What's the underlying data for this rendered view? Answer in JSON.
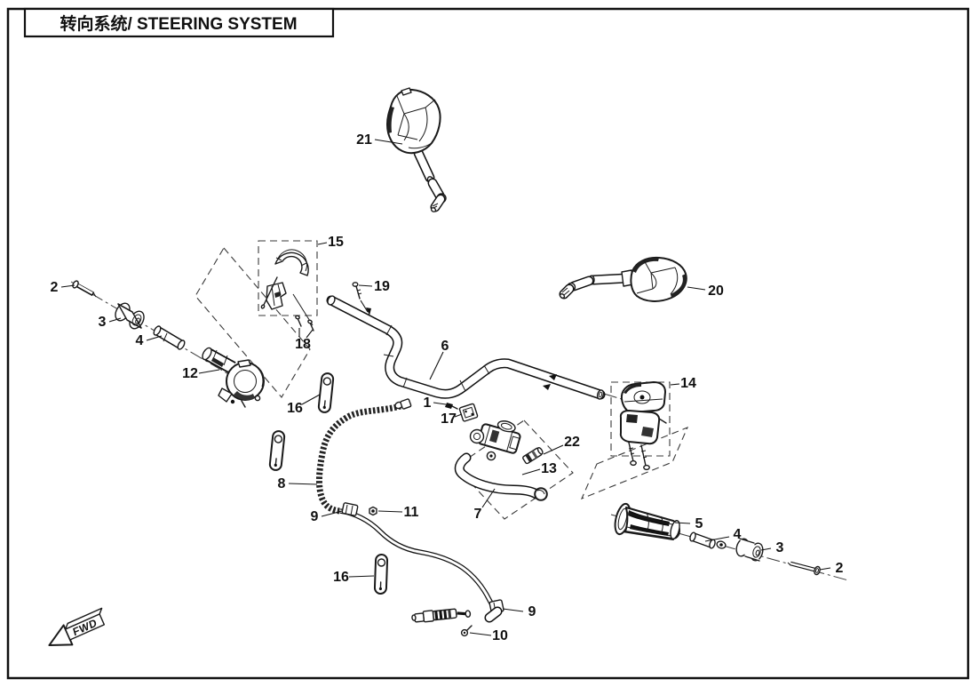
{
  "page": {
    "title": "转向系统/ STEERING SYSTEM"
  },
  "direction_marker": {
    "label": "FWD"
  },
  "callouts": [
    {
      "part": "rearview-mirror-left",
      "text": "21"
    },
    {
      "part": "rearview-mirror-right",
      "text": "20"
    },
    {
      "part": "handlebar-clamp-box",
      "text": "15"
    },
    {
      "part": "clamp-screws",
      "text": "18"
    },
    {
      "part": "handlebar-screw",
      "text": "19"
    },
    {
      "part": "mount-bolt-left",
      "text": "2"
    },
    {
      "part": "damper-bushing-left",
      "text": "3"
    },
    {
      "part": "spacer-sleeve-left",
      "text": "4"
    },
    {
      "part": "throttle-housing",
      "text": "12"
    },
    {
      "part": "handlebar",
      "text": "6"
    },
    {
      "part": "cable-strap-upper",
      "text": "16"
    },
    {
      "part": "throttle-cable",
      "text": "8"
    },
    {
      "part": "cable-fitting-upper",
      "text": "9"
    },
    {
      "part": "cable-nut",
      "text": "11"
    },
    {
      "part": "cable-strap-lower",
      "text": "16"
    },
    {
      "part": "clamp-bolt",
      "text": "1"
    },
    {
      "part": "lever-clamp-plate",
      "text": "17"
    },
    {
      "part": "piston-part",
      "text": "22"
    },
    {
      "part": "brake-lever",
      "text": "13"
    },
    {
      "part": "master-cylinder-assy",
      "text": "7"
    },
    {
      "part": "switch-housing-box",
      "text": "14"
    },
    {
      "part": "handlebar-grip",
      "text": "5"
    },
    {
      "part": "spacer-sleeve-right",
      "text": "4"
    },
    {
      "part": "damper-bushing-right",
      "text": "3"
    },
    {
      "part": "mount-bolt-right",
      "text": "2"
    },
    {
      "part": "cable-fitting-lower",
      "text": "9"
    },
    {
      "part": "cable-screw",
      "text": "10"
    }
  ]
}
